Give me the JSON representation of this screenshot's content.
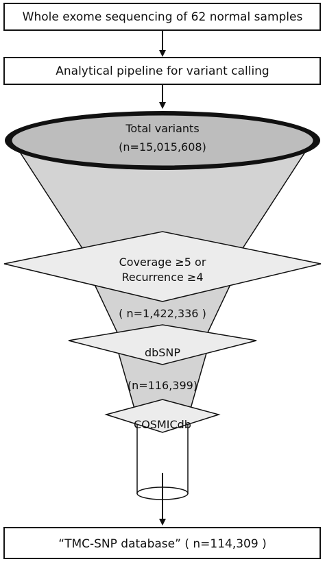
{
  "steps": {
    "step1": "Whole exome sequencing of 62 normal samples",
    "step2": "Analytical pipeline for variant calling"
  },
  "funnel": {
    "total_title": "Total variants",
    "total_count": "(n=15,015,608)",
    "filter1_line1": "Coverage ≥5 or",
    "filter1_line2": "Recurrence ≥4",
    "count1": "( n=1,422,336 )",
    "filter2": "dbSNP",
    "count2": "(n=116,399)",
    "filter3": "COSMICdb"
  },
  "result": {
    "label": "“TMC-SNP database” ( n=114,309 )"
  },
  "colors": {
    "funnel_fill": "#d3d3d3",
    "diamond_fill": "#ececec",
    "stroke": "#111111"
  }
}
